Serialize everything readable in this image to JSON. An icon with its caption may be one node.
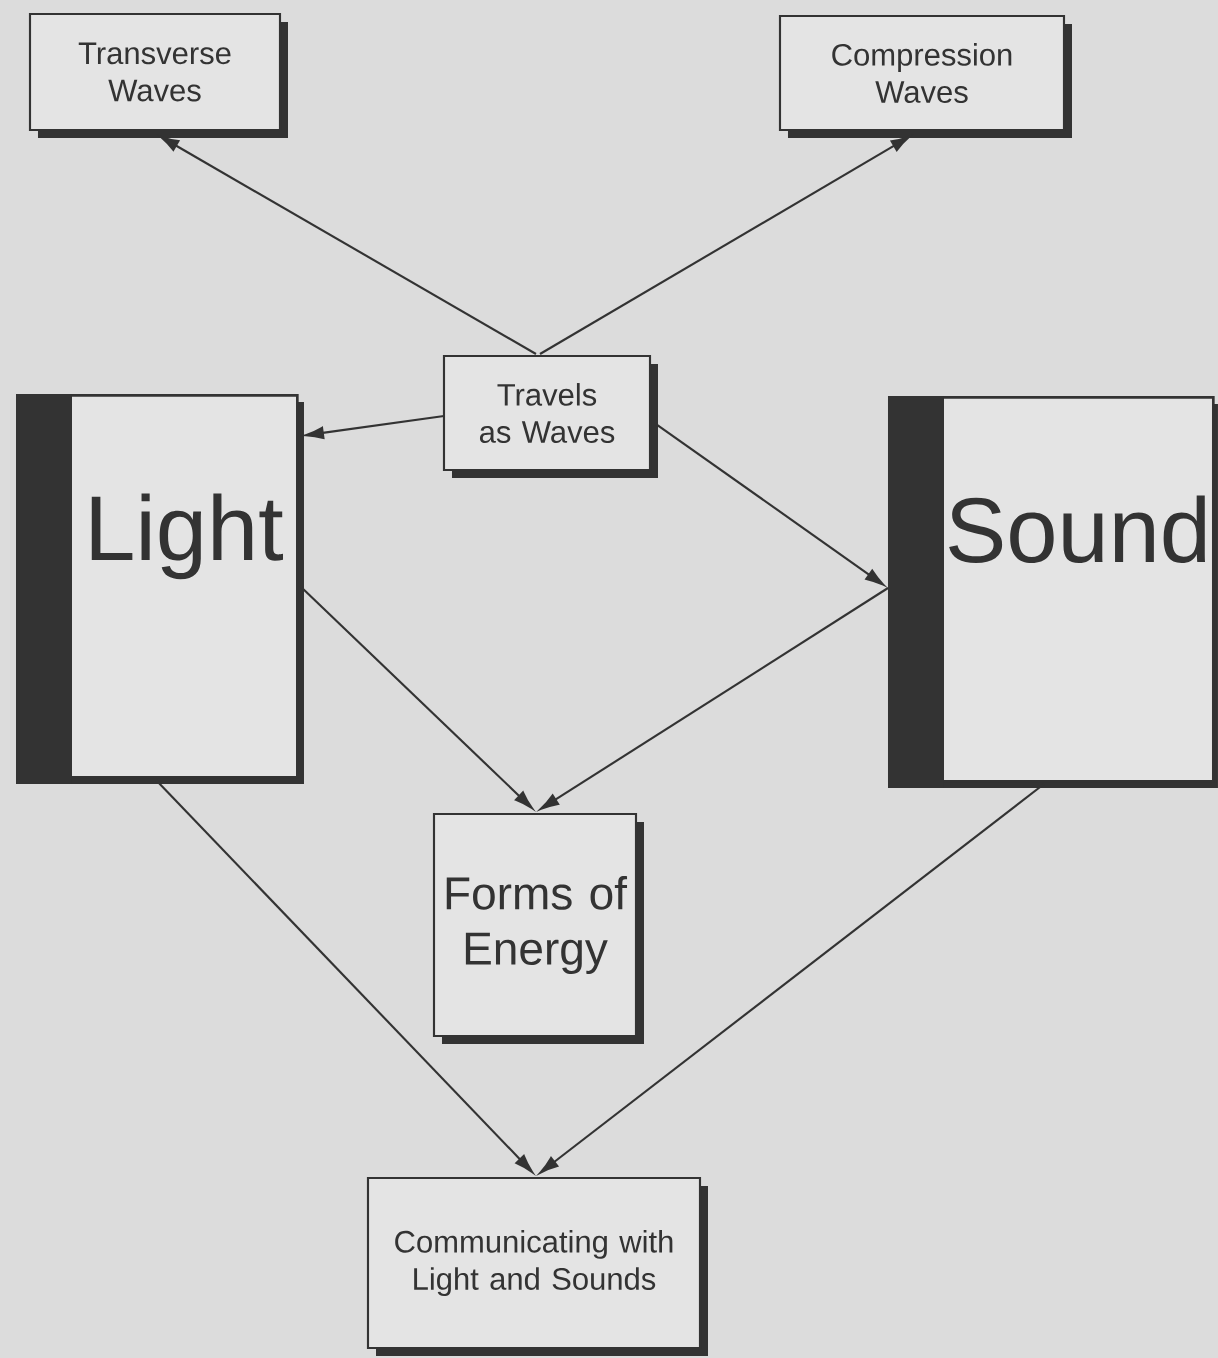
{
  "diagram": {
    "nodes": [
      {
        "text": [
          "Transverse Waves"
        ]
      },
      {
        "text": [
          "Compression Waves"
        ]
      },
      {
        "text": [
          "Travels as Waves"
        ]
      },
      {
        "text": [
          "Light"
        ]
      },
      {
        "text": [
          "Sound"
        ]
      },
      {
        "text": [
          "Forms of Energy"
        ]
      },
      {
        "text": [
          "Communicating with Light and Sounds"
        ]
      }
    ],
    "edges": [
      {
        "from": 2,
        "to": 0,
        "arrow": "to"
      },
      {
        "from": 2,
        "to": 1,
        "arrow": "to"
      },
      {
        "from": 2,
        "to": 3,
        "arrow": "to"
      },
      {
        "from": 2,
        "to": 4,
        "arrow": "to"
      },
      {
        "from": 3,
        "to": 5,
        "arrow": "to"
      },
      {
        "from": 4,
        "to": 5,
        "arrow": "to"
      },
      {
        "from": 3,
        "to": 6,
        "arrow": "to"
      },
      {
        "from": 4,
        "to": 6,
        "arrow": "to"
      }
    ]
  }
}
